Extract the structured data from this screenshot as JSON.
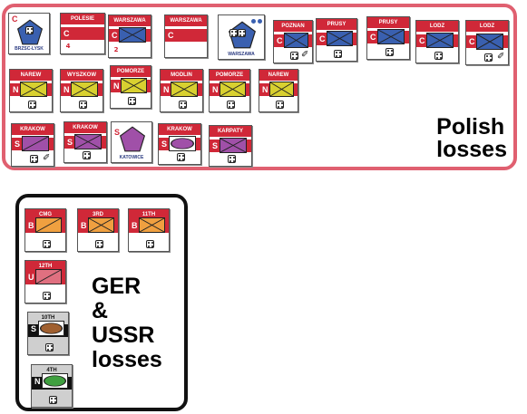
{
  "polish_box": {
    "label_line1": "Polish",
    "label_line2": "losses"
  },
  "ger_box": {
    "label_line1": "GER",
    "label_line2": "&",
    "label_line3": "USSR",
    "label_line4": "losses"
  },
  "colors": {
    "polish_border": "#e06070",
    "ger_border": "#111111",
    "counter_red": "#d02838",
    "counter_white": "#ffffff",
    "pl_blue": "#3a60b0",
    "pl_yellow": "#d8d030",
    "pl_purple": "#a050a8",
    "ger_orange": "#f0a040",
    "ger_pink": "#e07080",
    "ussr_brown": "#a06030",
    "ussr_green": "#40a040"
  },
  "counters": [
    {
      "name": "",
      "letter": "C",
      "sub": "BRZSC-LYSK"
    },
    {
      "name": "POLESIE",
      "letter": "C",
      "num": "4"
    },
    {
      "name": "WARSZAWA",
      "letter": "C",
      "num": "2"
    },
    {
      "name": "WARSZAWA",
      "letter": "C"
    },
    {
      "name": "",
      "letter": "",
      "sub": "WARSZAWA"
    },
    {
      "name": "POZNAN",
      "letter": "C"
    },
    {
      "name": "PRUSY",
      "letter": "C"
    },
    {
      "name": "PRUSY",
      "letter": "C"
    },
    {
      "name": "LODZ",
      "letter": "C"
    },
    {
      "name": "LODZ",
      "letter": "C"
    },
    {
      "name": "NAREW",
      "letter": "N"
    },
    {
      "name": "WYSZKOW",
      "letter": "N"
    },
    {
      "name": "POMORZE",
      "letter": "N"
    },
    {
      "name": "MODLIN",
      "letter": "N"
    },
    {
      "name": "POMORZE",
      "letter": "N"
    },
    {
      "name": "NAREW",
      "letter": "N"
    },
    {
      "name": "KRAKOW",
      "letter": "S"
    },
    {
      "name": "KRAKOW",
      "letter": "S"
    },
    {
      "name": "",
      "letter": "S",
      "sub": "KATOWICE"
    },
    {
      "name": "KRAKOW",
      "letter": "S"
    },
    {
      "name": "KARPATY",
      "letter": "S"
    },
    {
      "name": "CMG",
      "letter": "B"
    },
    {
      "name": "3RD",
      "letter": "B"
    },
    {
      "name": "11TH",
      "letter": "B"
    },
    {
      "name": "12TH",
      "letter": "U"
    },
    {
      "name": "10TH",
      "letter": "S"
    },
    {
      "name": "4TH",
      "letter": "N"
    }
  ]
}
